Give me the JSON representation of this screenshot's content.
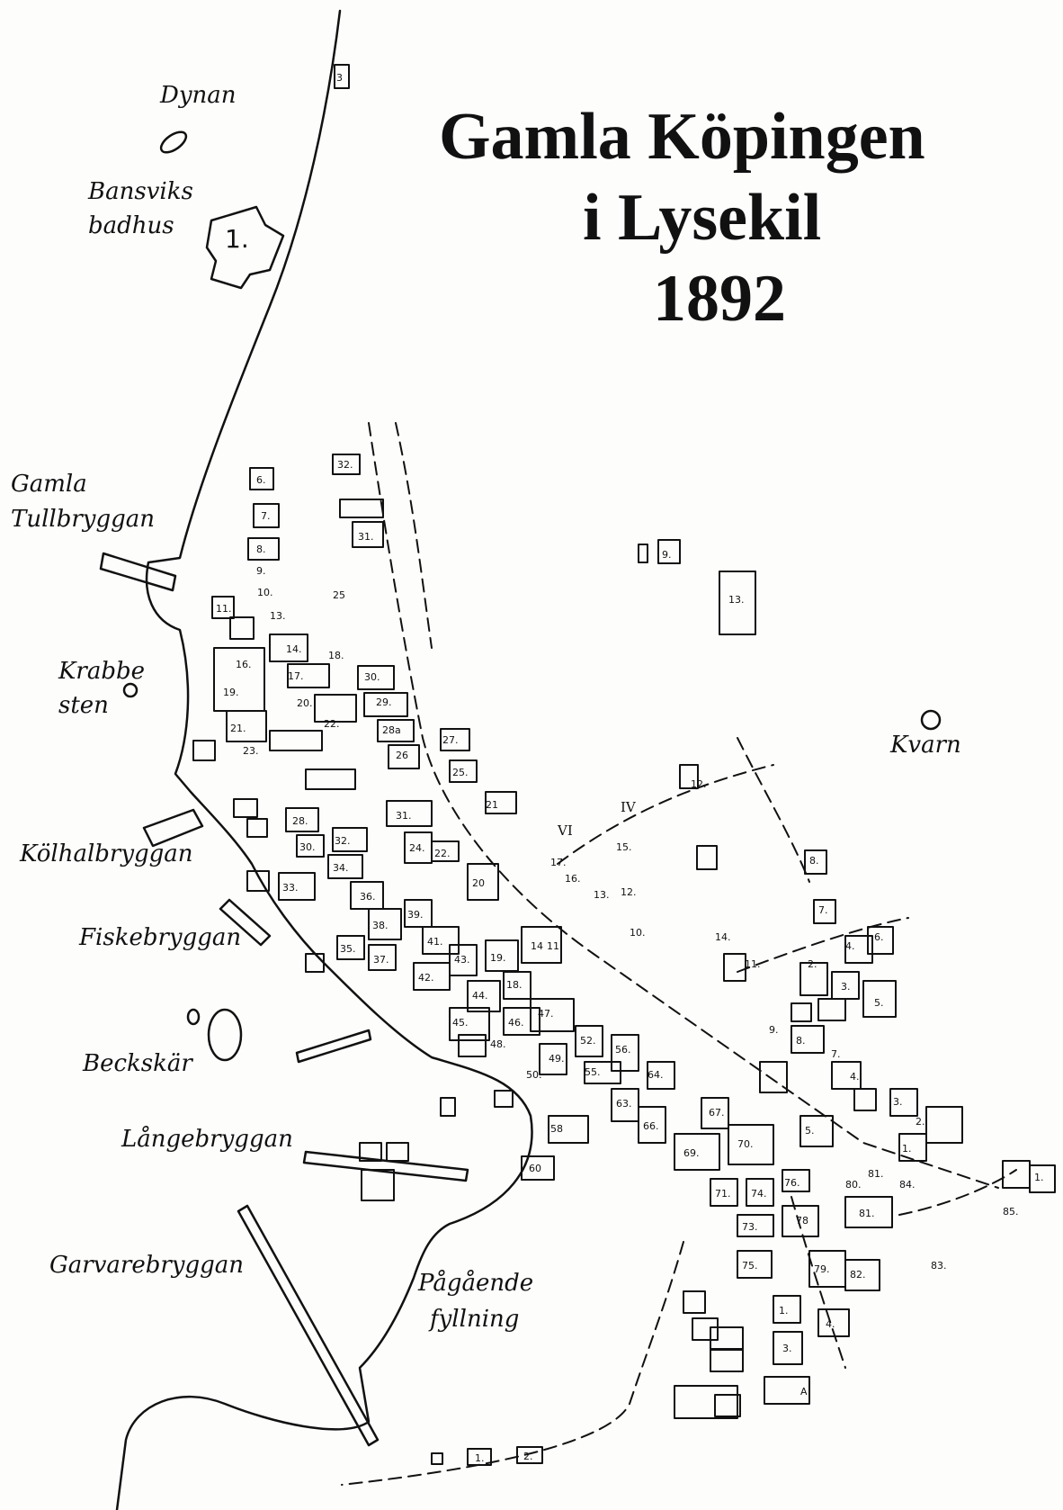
{
  "title": {
    "line1": "Gamla Köpingen",
    "line2": "i Lysekil",
    "line3": "1892"
  },
  "places": {
    "dynan": "Dynan",
    "bansviks": "Bansviks",
    "badhus": "badhus",
    "gamla": "Gamla",
    "tullbryggan": "Tullbryggan",
    "krabbe": "Krabbe",
    "sten": "sten",
    "kolhalbryggan": "Kölhalbryggan",
    "fiskebryggan": "Fiskebryggan",
    "beckskar": "Beckskär",
    "langebryggan": "Långebryggan",
    "garvarebryggan": "Garvarebryggan",
    "pagaende": "Pågående",
    "fyllning": "fyllning",
    "kvarn": "Kvarn"
  },
  "district_markers": [
    "VI",
    "IV"
  ],
  "colors": {
    "ink": "#111111",
    "paper": "#fdfdfc"
  }
}
